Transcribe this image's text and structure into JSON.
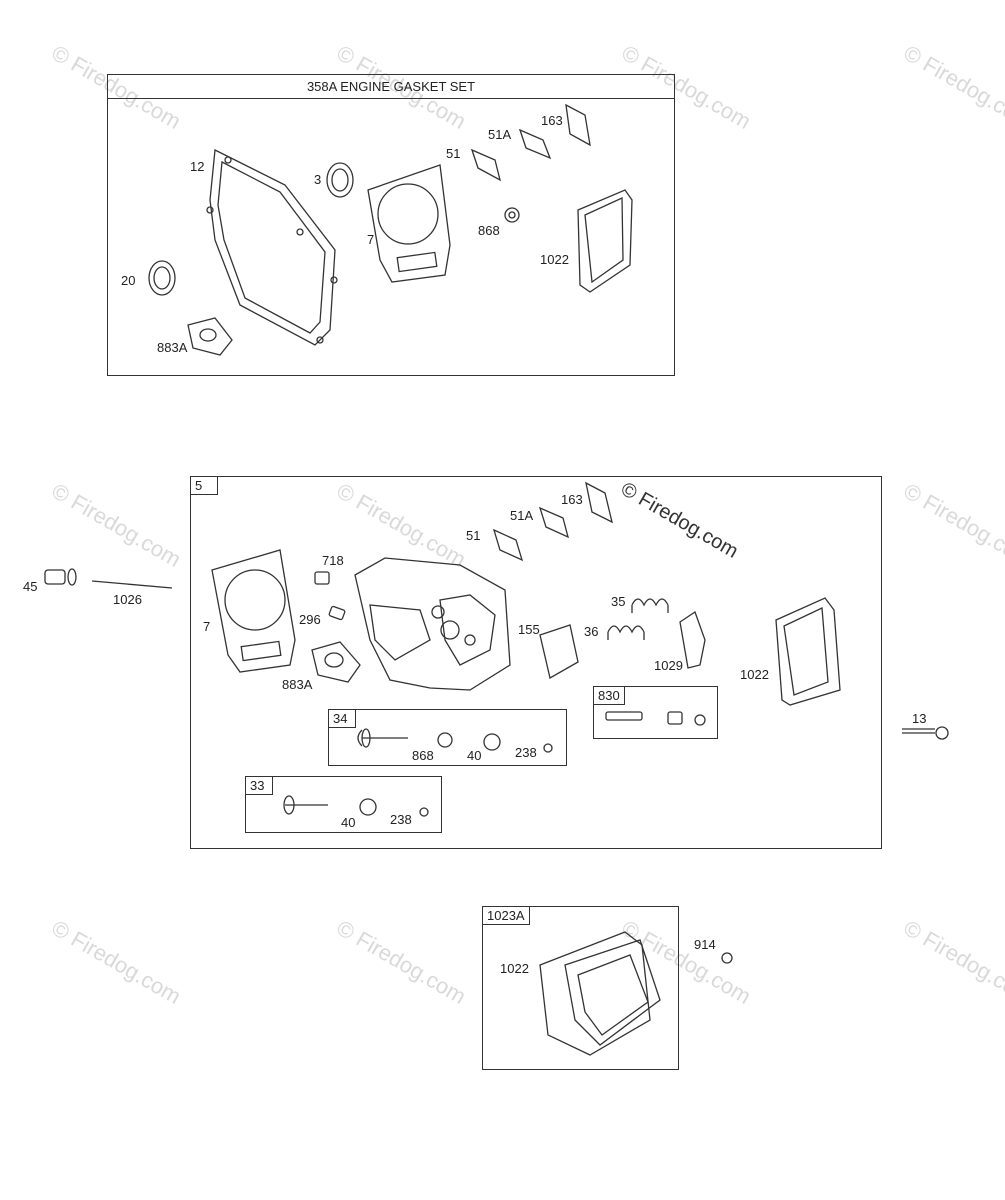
{
  "watermark": "© Firedog.com",
  "gasket_set": {
    "title": "358A ENGINE GASKET SET",
    "labels": [
      "12",
      "3",
      "7",
      "51",
      "51A",
      "163",
      "868",
      "1022",
      "20",
      "883A"
    ]
  },
  "head_assembly": {
    "tag": "5",
    "labels": [
      "51",
      "51A",
      "163",
      "718",
      "296",
      "7",
      "883A",
      "155",
      "35",
      "36",
      "1029",
      "1022"
    ],
    "sub_830": {
      "tag": "830"
    },
    "sub_34": {
      "tag": "34",
      "labels": [
        "868",
        "40",
        "238"
      ]
    },
    "sub_33": {
      "tag": "33",
      "labels": [
        "40",
        "238"
      ]
    }
  },
  "outside": {
    "labels": [
      "45",
      "1026",
      "13"
    ]
  },
  "cover": {
    "tag": "1023A",
    "labels": [
      "1022"
    ],
    "outside_label": "914"
  }
}
